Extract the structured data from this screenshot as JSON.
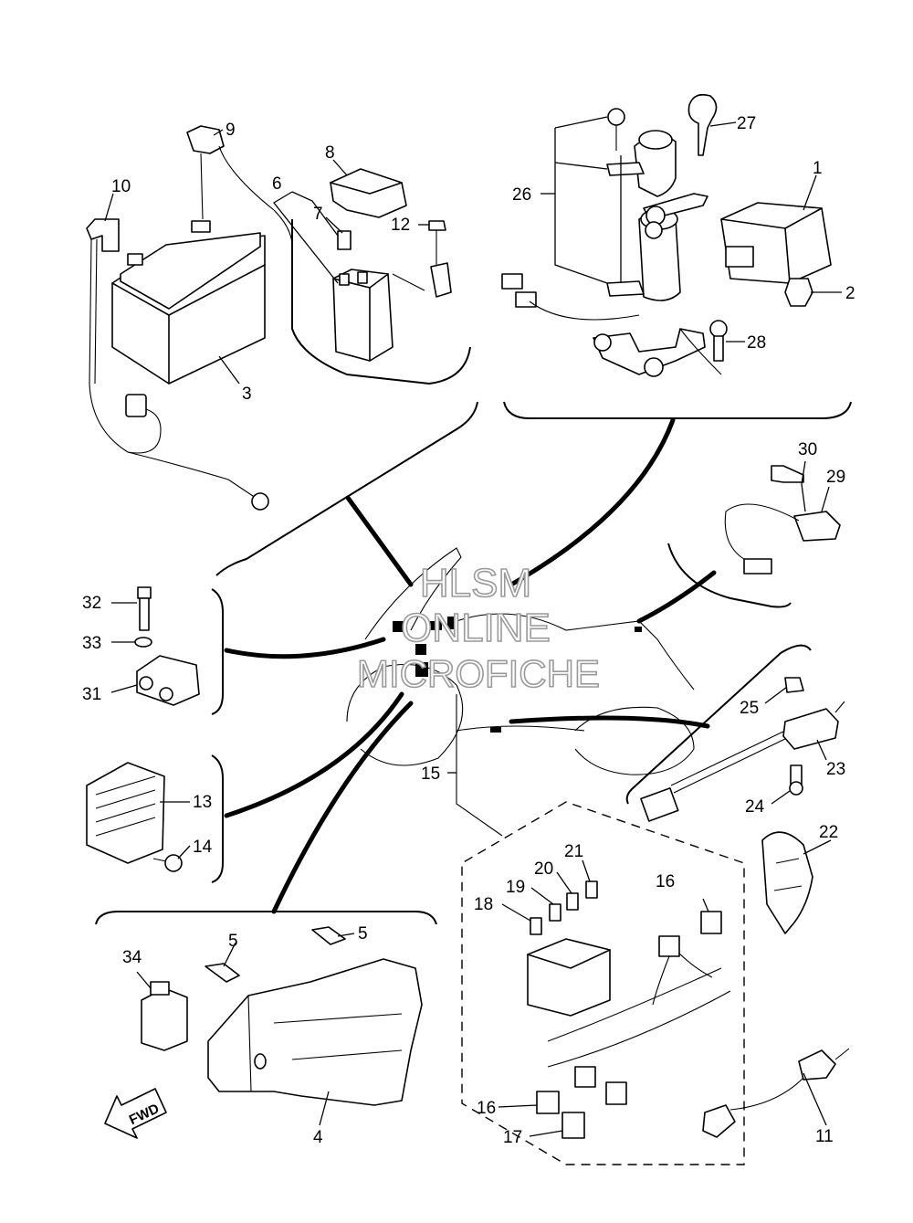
{
  "watermark": {
    "line1": "HLSM",
    "line2": "ONLINE",
    "line3": "MICROFICHE"
  },
  "fwd_arrow": {
    "label": "FWD"
  },
  "part_labels": {
    "p1": "1",
    "p2": "2",
    "p3": "3",
    "p4": "4",
    "p5a": "5",
    "p5b": "5",
    "p6": "6",
    "p7": "7",
    "p8": "8",
    "p9": "9",
    "p10": "10",
    "p11": "11",
    "p12": "12",
    "p13": "13",
    "p14": "14",
    "p15": "15",
    "p16a": "16",
    "p16b": "16",
    "p17": "17",
    "p18": "18",
    "p19": "19",
    "p20": "20",
    "p21": "21",
    "p22": "22",
    "p23": "23",
    "p24": "24",
    "p25": "25",
    "p26": "26",
    "p27": "27",
    "p28": "28",
    "p29": "29",
    "p30": "30",
    "p31": "31",
    "p32": "32",
    "p33": "33",
    "p34": "34"
  }
}
